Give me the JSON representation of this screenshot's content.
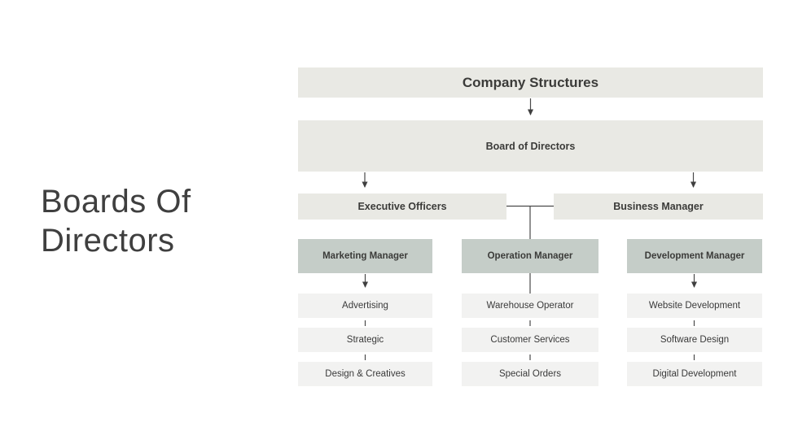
{
  "slide_title": {
    "text": "Boards Of Directors"
  },
  "org_chart": {
    "root": {
      "label": "Company Structures"
    },
    "board": {
      "label": "Board of Directors"
    },
    "branches": {
      "left": {
        "label": "Executive Officers"
      },
      "right": {
        "label": "Business Manager"
      }
    },
    "columns": [
      {
        "manager": "Marketing Manager",
        "items": [
          "Advertising",
          "Strategic",
          "Design & Creatives"
        ]
      },
      {
        "manager": "Operation Manager",
        "items": [
          "Warehouse Operator",
          "Customer Services",
          "Special Orders"
        ]
      },
      {
        "manager": "Development Manager",
        "items": [
          "Website Development",
          "Software Design",
          "Digital Development"
        ]
      }
    ]
  },
  "colors": {
    "background": "#ffffff",
    "box_light": "#e9e9e4",
    "box_manager": "#c5cdc8",
    "box_item": "#f2f2f1",
    "text_dark": "#3b3b39",
    "title_text": "#3f3f3f",
    "connector": "#4a4a4a"
  }
}
